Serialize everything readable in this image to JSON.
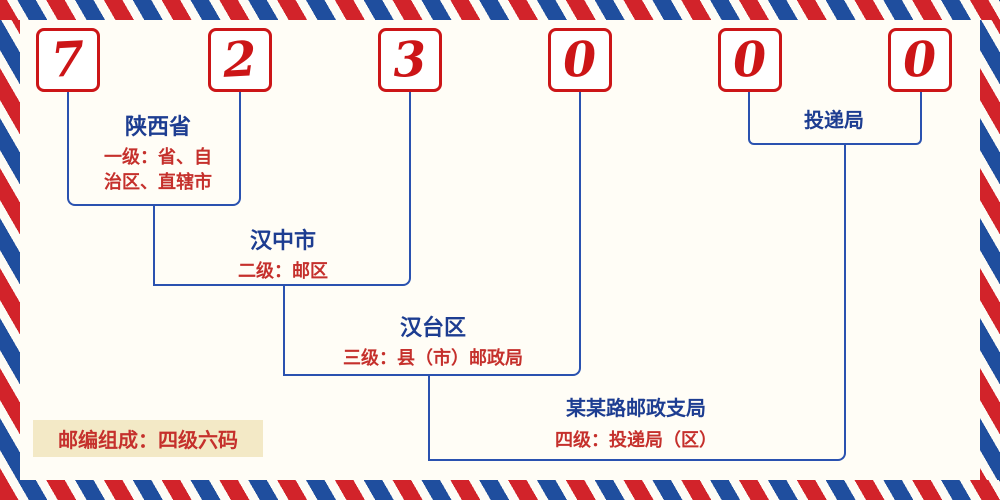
{
  "postal_code": {
    "value": "723000",
    "digits": [
      "7",
      "2",
      "3",
      "0",
      "0",
      "0"
    ]
  },
  "groups": {
    "level1": {
      "name": "陕西省",
      "desc": "一级：省、自治区、直辖市"
    },
    "level2": {
      "name": "汉中市",
      "desc": "二级：邮区"
    },
    "level3": {
      "name": "汉台区",
      "desc": "三级：县（市）邮政局"
    },
    "level4": {
      "name": "某某路邮政支局",
      "desc": "四级：投递局（区）"
    },
    "delivery": {
      "name": "投递局"
    }
  },
  "footer": {
    "composition": "邮编组成：四级六码"
  },
  "colors": {
    "digit_red": "#cc1517",
    "label_navy": "#1d3d91",
    "desc_red": "#c5302c",
    "line_blue": "#2a52b0",
    "stripe_red": "#d2232a",
    "stripe_blue": "#1f4e9e",
    "badge_background": "#f3e9c6"
  }
}
